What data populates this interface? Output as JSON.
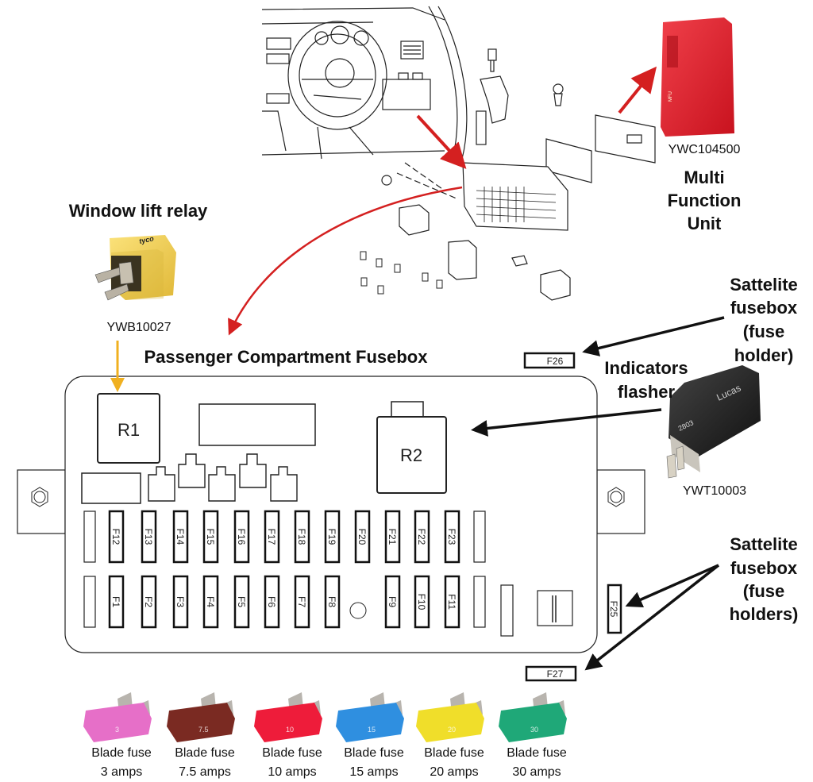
{
  "title": "Passenger Compartment Fusebox",
  "components": {
    "window_lift_relay": {
      "label": "Window lift relay",
      "part_number": "YWB10027",
      "brand_text": "tyco",
      "color": "#f2cf55"
    },
    "multi_function_unit": {
      "label_lines": [
        "Multi",
        "Function",
        "Unit"
      ],
      "part_number": "YWC104500",
      "color": "#e0222e"
    },
    "indicators_flasher": {
      "label_lines": [
        "Indicators",
        "flasher"
      ],
      "part_number": "YWT10003",
      "brand_text": "Lucas",
      "code_text": "2803"
    },
    "satellite_single": {
      "label_lines": [
        "Sattelite",
        "fusebox",
        "(fuse",
        "holder)"
      ]
    },
    "satellite_multi": {
      "label_lines": [
        "Sattelite",
        "fusebox",
        "(fuse",
        "holders)"
      ]
    }
  },
  "relays": [
    "R1",
    "R2"
  ],
  "fuses": {
    "top_row": [
      "F12",
      "F13",
      "F14",
      "F15",
      "F16",
      "F17",
      "F18",
      "F19",
      "F20",
      "F21",
      "F22",
      "F23"
    ],
    "bottom_row": [
      "F1",
      "F2",
      "F3",
      "F4",
      "F5",
      "F6",
      "F7",
      "F8",
      "F9",
      "F10",
      "F11"
    ],
    "satellite": [
      "F26",
      "F25",
      "F27"
    ]
  },
  "blade_fuses": [
    {
      "label": "Blade fuse",
      "rating": "3 amps",
      "amps": 3,
      "color": "#e66fc8",
      "marking": "3"
    },
    {
      "label": "Blade fuse",
      "rating": "7.5 amps",
      "amps": 7.5,
      "color": "#7a2a22",
      "marking": "7.5"
    },
    {
      "label": "Blade fuse",
      "rating": "10 amps",
      "amps": 10,
      "color": "#ee1c3a",
      "marking": "10"
    },
    {
      "label": "Blade fuse",
      "rating": "15 amps",
      "amps": 15,
      "color": "#2f8fe0",
      "marking": "15"
    },
    {
      "label": "Blade fuse",
      "rating": "20 amps",
      "amps": 20,
      "color": "#f0de2a",
      "marking": "20"
    },
    {
      "label": "Blade fuse",
      "rating": "30 amps",
      "amps": 30,
      "color": "#1fa878",
      "marking": "30"
    }
  ],
  "colors": {
    "red_arrow": "#d42020",
    "yellow_arrow": "#f0b020",
    "black_arrow": "#111111"
  }
}
